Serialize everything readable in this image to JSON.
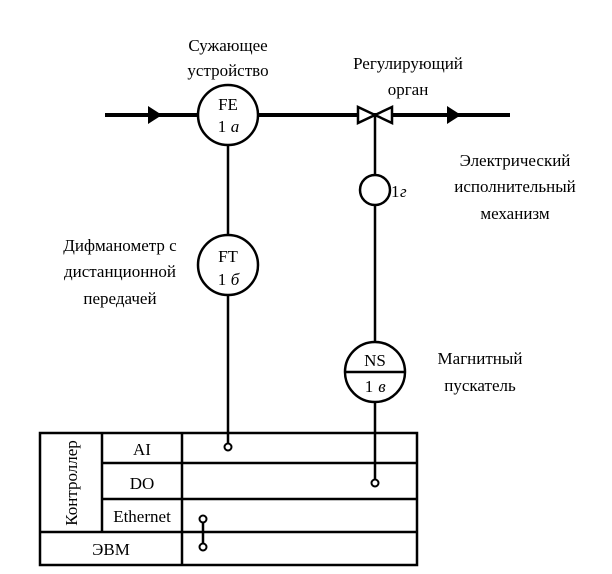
{
  "labels": {
    "fe_title": [
      "Сужающее",
      "устройство"
    ],
    "valve_title": [
      "Регулирующий",
      "орган"
    ],
    "actuator_title": [
      "Электрический",
      "исполнительный",
      "механизм"
    ],
    "ft_title": [
      "Дифманометр с",
      "дистанционной",
      "передачей"
    ],
    "ns_title": [
      "Магнитный",
      "пускатель"
    ]
  },
  "instruments": {
    "fe": {
      "code": "FE",
      "pos_num": "1",
      "pos_letter": "а"
    },
    "ft": {
      "code": "FT",
      "pos_num": "1",
      "pos_letter": "б"
    },
    "actuator": {
      "pos_num": "1",
      "pos_letter": "г"
    },
    "ns": {
      "code": "NS",
      "pos_num": "1",
      "pos_letter": "в"
    }
  },
  "table": {
    "controller": "Контроллер",
    "rows": [
      "AI",
      "DO",
      "Ethernet"
    ],
    "computer": "ЭВМ"
  },
  "colors": {
    "line": "#000000",
    "background": "#ffffff"
  }
}
